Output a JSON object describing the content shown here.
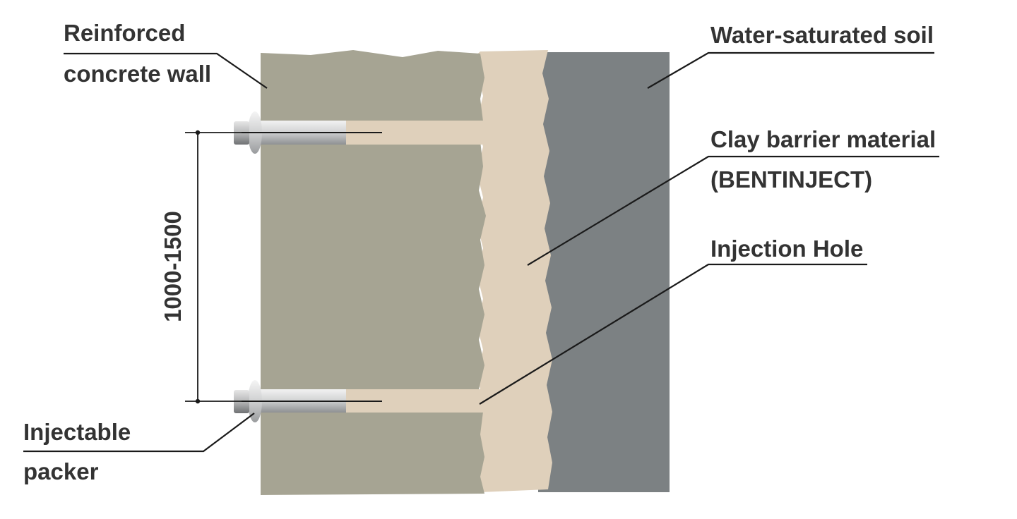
{
  "labels": {
    "wall_line1": "Reinforced",
    "wall_line2": "concrete wall",
    "soil": "Water-saturated soil",
    "clay_line1": "Clay barrier material",
    "clay_line2": "(BENTINJECT)",
    "hole": "Injection Hole",
    "packer_line1": "Injectable",
    "packer_line2": "packer",
    "dimension": "1000-1500"
  },
  "colors": {
    "concrete": "#a6a493",
    "clay": "#dfd0bb",
    "soil": "#7c8183",
    "packer": "#c9cacb",
    "text": "#333333",
    "lines": "#1a1a1a"
  }
}
